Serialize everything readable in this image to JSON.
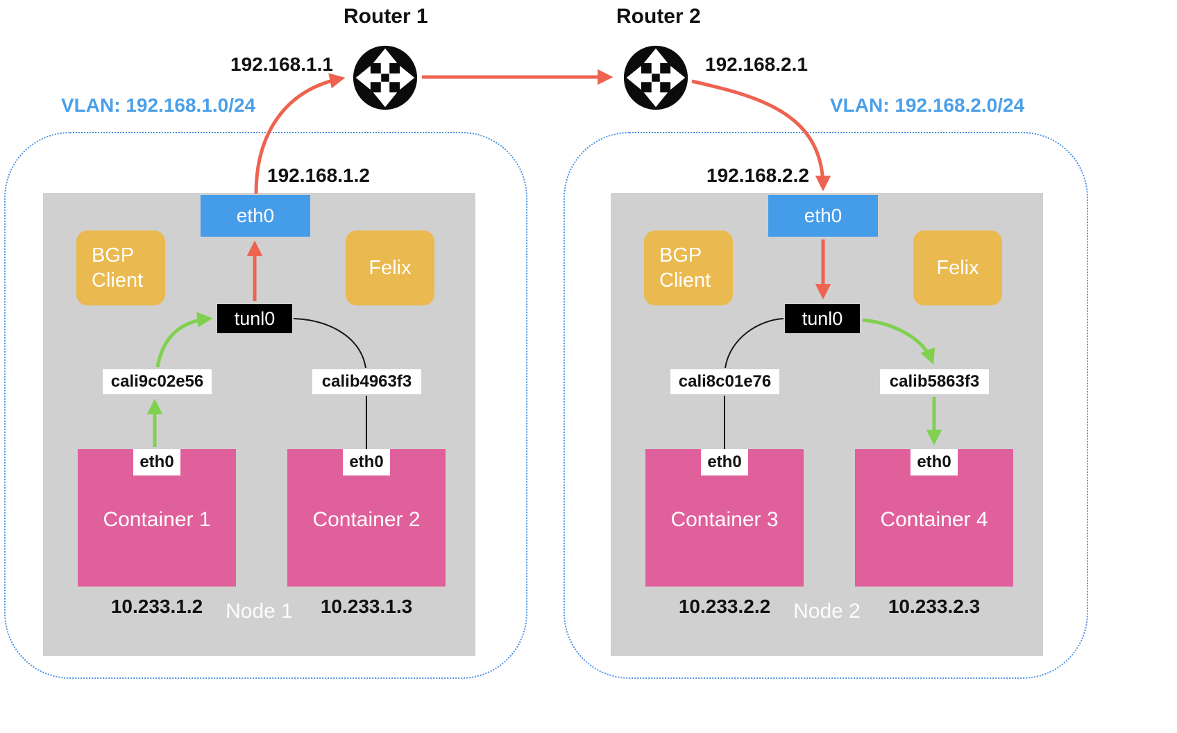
{
  "colors": {
    "arrow_red": "#ed6350",
    "arrow_green": "#7fd14f",
    "eth0_blue": "#459ce8",
    "agent_orange": "#eab94f",
    "container_pink": "#e0609c",
    "node_gray": "#d1d0d0",
    "vlan_blue": "#4a9fe8"
  },
  "routers": [
    {
      "name": "Router 1",
      "ip": "192.168.1.1"
    },
    {
      "name": "Router 2",
      "ip": "192.168.2.1"
    }
  ],
  "vlans": [
    {
      "label": "VLAN: 192.168.1.0/24"
    },
    {
      "label": "VLAN: 192.168.2.0/24"
    }
  ],
  "nodes": [
    {
      "name": "Node 1",
      "eth0_label": "eth0",
      "eth0_ip": "192.168.1.2",
      "bgp_label": "BGP Client",
      "felix_label": "Felix",
      "tunl_label": "tunl0",
      "veth_a": "cali9c02e56",
      "veth_b": "calib4963f3",
      "containers": [
        {
          "name": "Container 1",
          "eth0": "eth0",
          "ip": "10.233.1.2"
        },
        {
          "name": "Container  2",
          "eth0": "eth0",
          "ip": "10.233.1.3"
        }
      ]
    },
    {
      "name": "Node 2",
      "eth0_label": "eth0",
      "eth0_ip": "192.168.2.2",
      "bgp_label": "BGP Client",
      "felix_label": "Felix",
      "tunl_label": "tunl0",
      "veth_a": "cali8c01e76",
      "veth_b": "calib5863f3",
      "containers": [
        {
          "name": "Container 3",
          "eth0": "eth0",
          "ip": "10.233.2.2"
        },
        {
          "name": "Container  4",
          "eth0": "eth0",
          "ip": "10.233.2.3"
        }
      ]
    }
  ]
}
